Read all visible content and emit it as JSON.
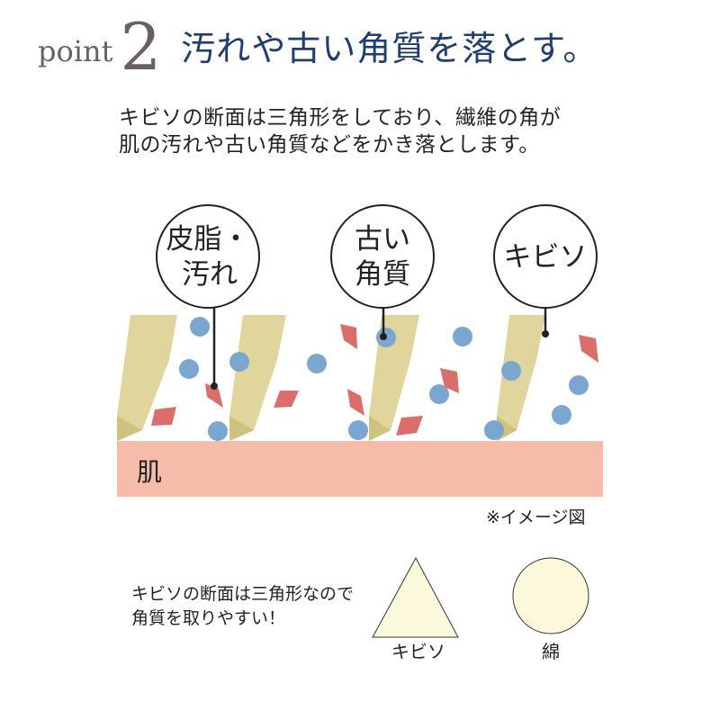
{
  "header": {
    "point_word": "point",
    "point_number": "2",
    "headline": "汚れや古い角質を落とす。"
  },
  "lead": {
    "line1": "キビソの断面は三角形をしており、繊維の角が",
    "line2": "肌の汚れや古い角質などをかき落とします。"
  },
  "diagram": {
    "bubbles": [
      {
        "line1": "皮脂・",
        "line2": "汚れ"
      },
      {
        "line1": "古い",
        "line2": "角質"
      },
      {
        "line1": "キビソ",
        "line2": ""
      }
    ],
    "skin_label": "肌",
    "note": "※イメージ図",
    "colors": {
      "fiber": "#e0d59d",
      "fiber_tip": "#cfc27f",
      "sebum": "#7ba6cf",
      "old_skin": "#d96e6b",
      "skin": "#f6bcaa"
    }
  },
  "comparison": {
    "caption_line1": "キビソの断面は三角形なので",
    "caption_line2": "角質を取りやすい！",
    "triangle_label": "キビソ",
    "circle_label": "綿",
    "shape_fill": "#fbf8dc"
  }
}
